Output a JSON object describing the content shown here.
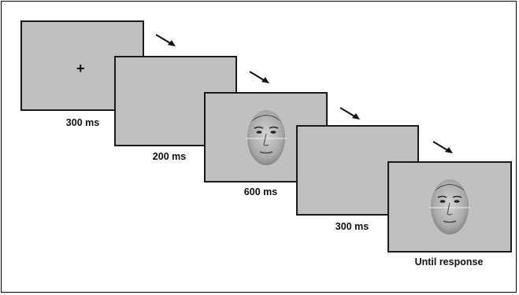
{
  "trial_sequence": {
    "screens": [
      {
        "name": "fixation-screen",
        "content": "+",
        "duration": "300 ms"
      },
      {
        "name": "blank-screen-1",
        "content": "",
        "duration": "200 ms"
      },
      {
        "name": "face-screen-1",
        "content": "face-icon",
        "duration": "600 ms"
      },
      {
        "name": "blank-screen-2",
        "content": "",
        "duration": "300 ms"
      },
      {
        "name": "face-screen-2",
        "content": "face-icon",
        "duration": "Until response"
      }
    ]
  },
  "colors": {
    "screen_fill": "#c0c0c0",
    "screen_border": "#1a1a1a",
    "text": "#111111"
  }
}
